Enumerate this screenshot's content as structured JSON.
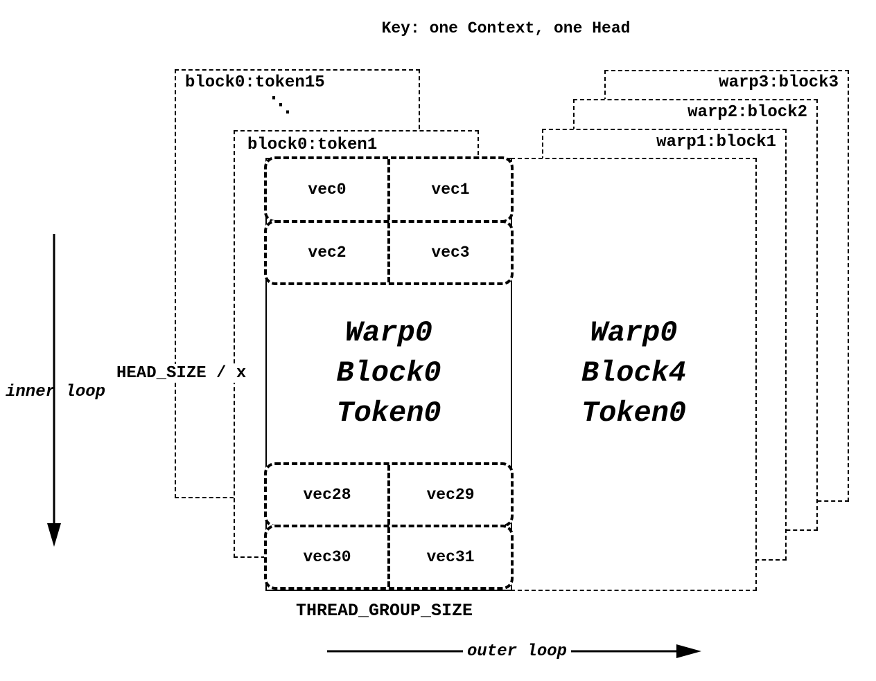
{
  "title": "Key: one Context, one Head",
  "colors": {
    "ink": "#000000",
    "background": "#ffffff"
  },
  "stack_left": {
    "card_token15_label": "block0:token15",
    "card_token1_label": "block0:token1",
    "ellipsis": "⋱"
  },
  "stack_right": {
    "warp3_label": "warp3:block3",
    "warp2_label": "warp2:block2",
    "warp1_label": "warp1:block1"
  },
  "main_block": {
    "vecs_top": [
      "vec0",
      "vec1",
      "vec2",
      "vec3"
    ],
    "lines": [
      "Warp0",
      "Block0",
      "Token0"
    ],
    "vecs_bottom": [
      "vec28",
      "vec29",
      "vec30",
      "vec31"
    ]
  },
  "right_block": {
    "lines": [
      "Warp0",
      "Block4",
      "Token0"
    ]
  },
  "labels": {
    "head_size": "HEAD_SIZE / x",
    "thread_group": "THREAD_GROUP_SIZE",
    "inner_loop": "inner loop",
    "outer_loop": "outer loop"
  }
}
